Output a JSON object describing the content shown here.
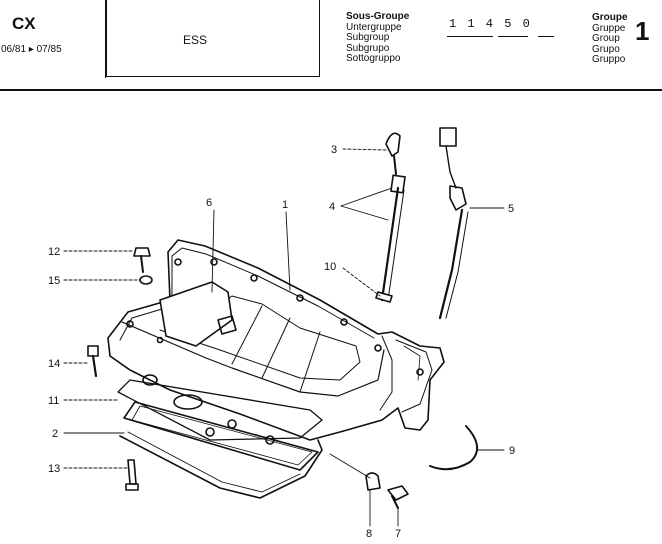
{
  "header": {
    "model": "CX",
    "dates": "06/81 ▸ 07/85",
    "name": "ESS",
    "subgroup_labels": [
      "Sous-Groupe",
      "Untergruppe",
      "Subgroup",
      "Subgrupo",
      "Sottogruppo"
    ],
    "code": "1 1 4  5 0",
    "group_labels": [
      "Groupe",
      "Gruppe",
      "Group",
      "Grupo",
      "Gruppo"
    ],
    "group_number": "1"
  },
  "callouts": {
    "c1": "1",
    "c2": "2",
    "c3": "3",
    "c4": "4",
    "c5": "5",
    "c6": "6",
    "c7": "7",
    "c8": "8",
    "c9": "9",
    "c10": "10",
    "c11": "11",
    "c12": "12",
    "c13": "13",
    "c14": "14",
    "c15": "15"
  }
}
